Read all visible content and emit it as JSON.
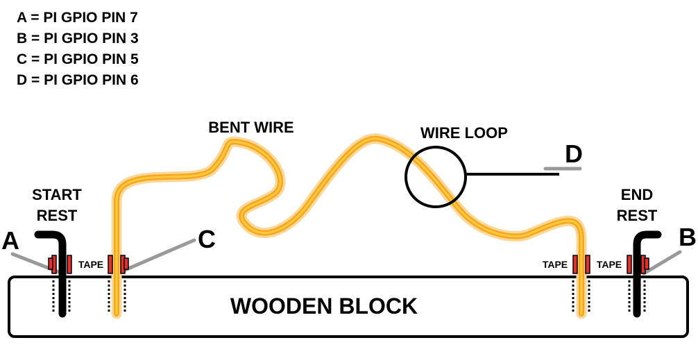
{
  "legend": [
    "A = PI GPIO PIN 7",
    "B = PI GPIO PIN 3",
    "C = PI GPIO PIN 5",
    "D = PI GPIO PIN 6"
  ],
  "labels": {
    "bent_wire": "BENT WIRE",
    "wire_loop": "WIRE LOOP",
    "start_rest_1": "START",
    "start_rest_2": "REST",
    "end_rest_1": "END",
    "end_rest_2": "REST",
    "wooden_block": "WOODEN BLOCK",
    "tape": "TAPE"
  },
  "pins": {
    "a": "A",
    "b": "B",
    "c": "C",
    "d": "D"
  },
  "colors": {
    "wire_glow": "#fbd79a",
    "wire": "#f7a71b",
    "wire_core": "#ffc840",
    "tape": "#e2322c",
    "lead": "#999999",
    "outline": "#000000"
  }
}
